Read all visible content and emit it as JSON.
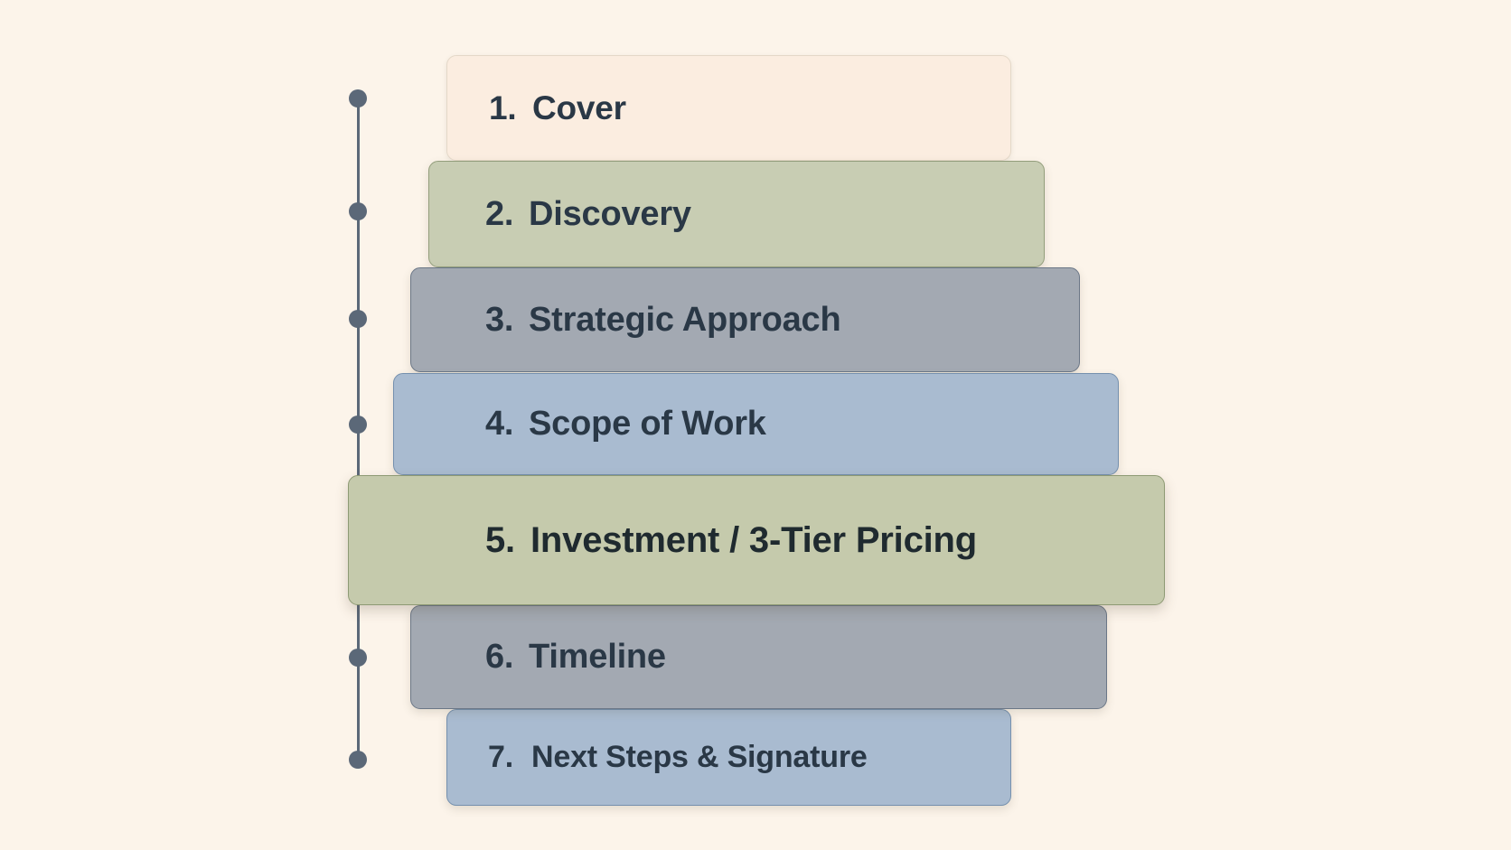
{
  "diagram": {
    "type": "stacked-outline",
    "colors": {
      "background": "#fcf4ea",
      "timeline": "#5b6878",
      "text": "#2a3846",
      "text_emphasis": "#1f2a2f",
      "cream": "#fbede0",
      "sage": "#c8cdb3",
      "slate": "#a3a9b2",
      "blue": "#a9bbd0"
    },
    "sections": [
      {
        "number": "1.",
        "title": "Cover",
        "tone": "cream"
      },
      {
        "number": "2.",
        "title": "Discovery",
        "tone": "sage"
      },
      {
        "number": "3.",
        "title": "Strategic Approach",
        "tone": "slate"
      },
      {
        "number": "4.",
        "title": "Scope of Work",
        "tone": "blue"
      },
      {
        "number": "5.",
        "title": "Investment / 3-Tier Pricing",
        "tone": "sage",
        "emphasized": true
      },
      {
        "number": "6.",
        "title": "Timeline",
        "tone": "slate"
      },
      {
        "number": "7.",
        "title": "Next Steps & Signature",
        "tone": "blue"
      }
    ]
  }
}
